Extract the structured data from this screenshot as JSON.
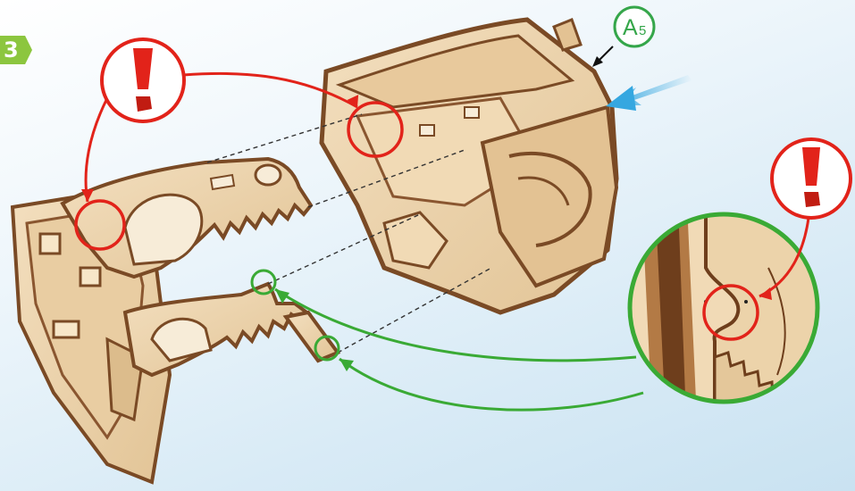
{
  "step": {
    "number": "3"
  },
  "part_label": {
    "letter": "A",
    "digit": "5"
  },
  "colors": {
    "warning_red": "#e2231a",
    "detail_green": "#3aaa35",
    "part_label_green": "#35a64a",
    "insertion_arrow_blue": "#35a7e0",
    "wood_light": "#ecd2ab",
    "wood_dark": "#7a4a25",
    "step_badge_green": "#8cc63f"
  },
  "icons": {
    "warning": "exclamation-mark",
    "insertion": "blue-arrow",
    "pointer": "black-arrow"
  }
}
